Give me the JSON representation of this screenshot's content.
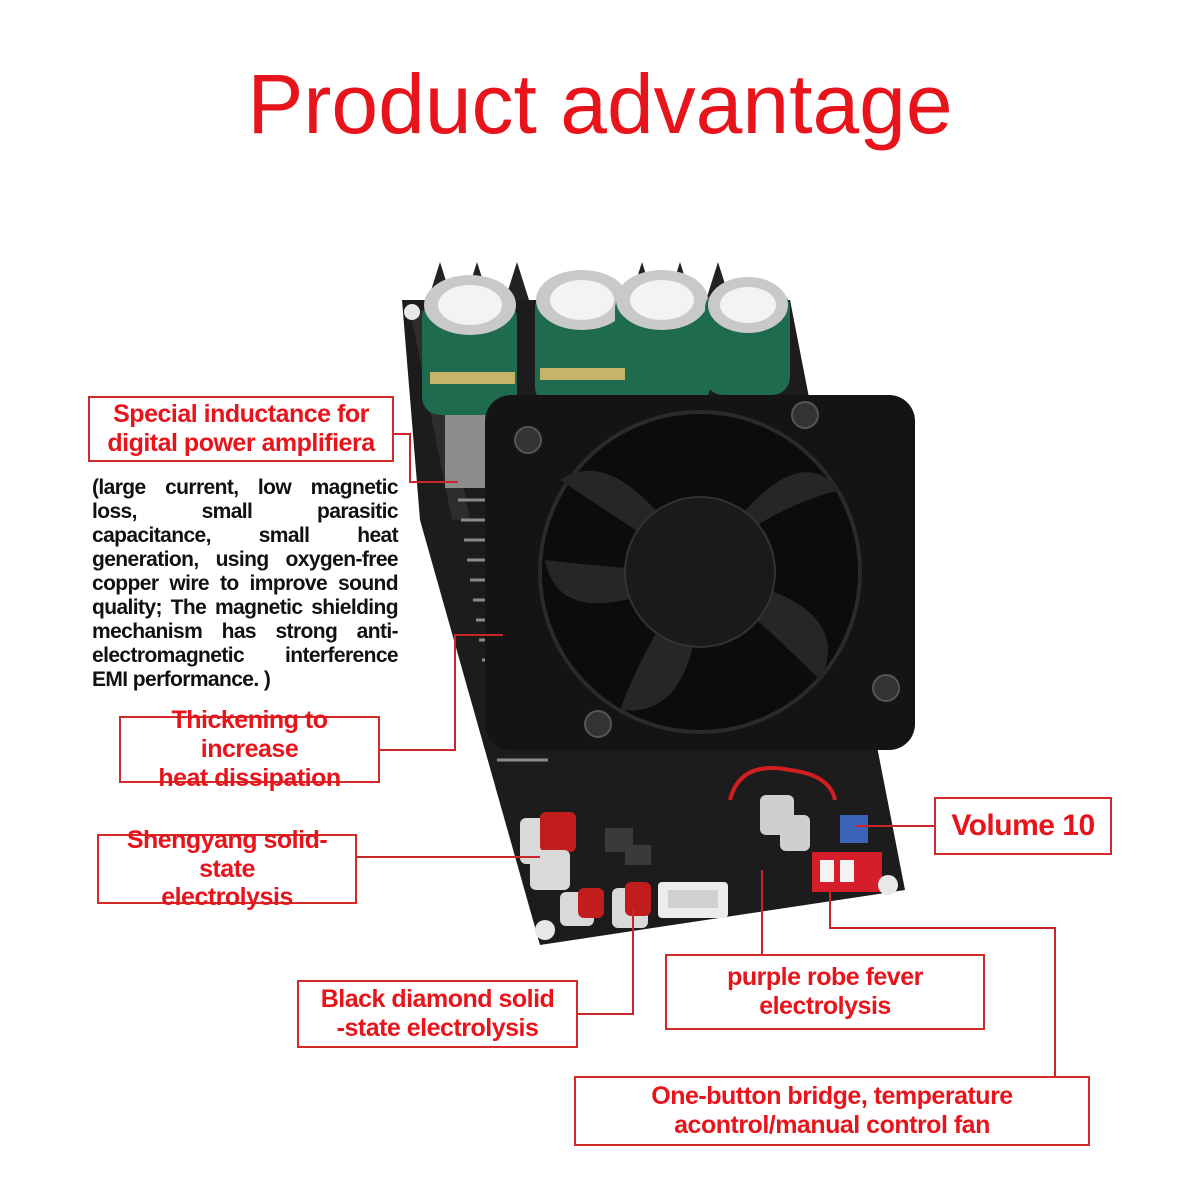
{
  "title": "Product advantage",
  "labels": {
    "inductance": [
      "Special inductance for",
      "digital power amplifiera"
    ],
    "inductance_desc": "(large current, low magnetic loss, small parasitic capacitance, small heat generation, using oxygen-free copper wire to improve sound quality; The magnetic shielding mechanism has strong anti-electromagnetic interference EMI performance. )",
    "thickening": [
      "Thickening to increase",
      "heat dissipation"
    ],
    "volume": "Volume 10",
    "shengyang": [
      "Shengyang solid-state",
      "electrolysis"
    ],
    "black_diamond": [
      "Black diamond solid",
      "-state electrolysis"
    ],
    "purple_robe": [
      "purple robe fever",
      "electrolysis"
    ],
    "one_button": [
      "One-button bridge, temperature",
      "acontrol/manual control fan"
    ]
  },
  "colors": {
    "accent": "#e8141b",
    "border": "#d42a2a",
    "leader": "#c8262a"
  }
}
